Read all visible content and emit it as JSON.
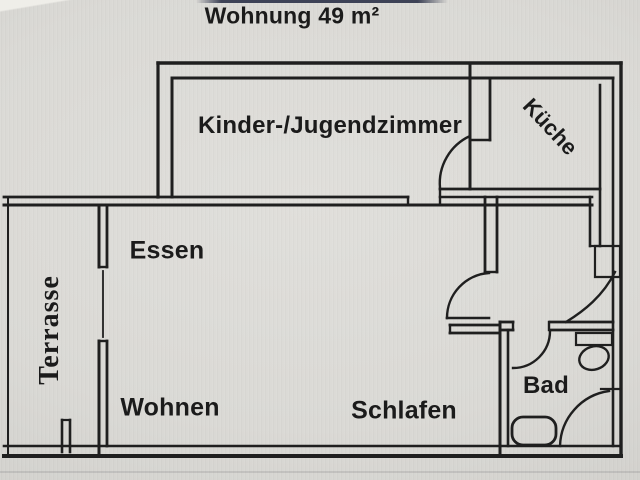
{
  "title": "Wohnung 49 m²",
  "rooms": {
    "kinder_jugendzimmer": {
      "label": "Kinder-/Jugendzimmer"
    },
    "kueche": {
      "label": "Küche"
    },
    "essen": {
      "label": "Essen"
    },
    "terrasse": {
      "label": "Terrasse"
    },
    "wohnen": {
      "label": "Wohnen"
    },
    "schlafen": {
      "label": "Schlafen"
    },
    "bad": {
      "label": "Bad"
    }
  },
  "fixtures": {
    "bathtub": "bathtub",
    "wc": "toilet-with-cistern",
    "shower": "corner-shower",
    "doors": "swing-door-arc",
    "terrace_door": "glass-sliding-door"
  },
  "colors": {
    "ink": "#1f1f1f",
    "paper": "#d9d8d4",
    "photo_edge_line": "#3d4256"
  }
}
